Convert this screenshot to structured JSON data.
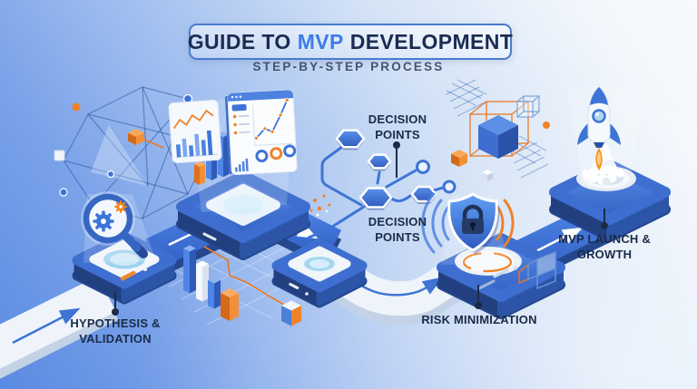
{
  "header": {
    "title_prefix": "GUIDE TO",
    "title_highlight": "MVP",
    "title_suffix": "DEVELOPMENT",
    "subtitle": "STEP-BY-STEP PROCESS"
  },
  "steps": [
    {
      "id": "hypothesis-validation",
      "label": "HYPOTHESIS & VALIDATION",
      "icon": "magnifier-gears-icon"
    },
    {
      "id": "decision-points-top",
      "label": "DECISION POINTS",
      "icon": "hexagon-network-icon"
    },
    {
      "id": "decision-points-bottom",
      "label": "DECISION POINTS",
      "icon": "hexagon-network-icon"
    },
    {
      "id": "risk-minimization",
      "label": "RISK MINIMIZATION",
      "icon": "shield-lock-icon"
    },
    {
      "id": "mvp-launch-growth",
      "label": "MVP LAUNCH & GROWTH",
      "icon": "rocket-icon"
    }
  ],
  "icons": [
    "magnifier-gears-icon",
    "analytics-dashboard-icon",
    "hexagon-network-icon",
    "shield-lock-icon",
    "rocket-icon",
    "cube-icon",
    "bar-chart-3d-icon",
    "wireframe-network-icon"
  ],
  "colors": {
    "navy": "#1A2B47",
    "accent_blue": "#3D7CE8",
    "road_blue": "#3E74D6",
    "road_white": "#EFF4FA",
    "orange": "#F0822A"
  }
}
